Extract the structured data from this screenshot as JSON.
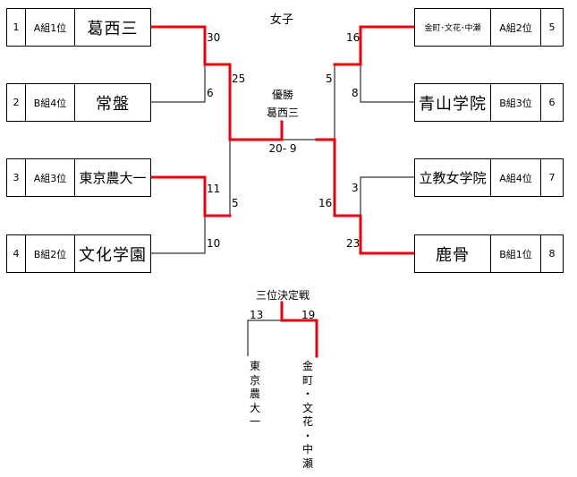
{
  "title": "女子",
  "champion_label": "優勝",
  "champion": "葛西三",
  "final_score": "20- 9",
  "teams": [
    {
      "seed": "1",
      "group": "A組1位",
      "name": "葛西三"
    },
    {
      "seed": "2",
      "group": "B組4位",
      "name": "常盤"
    },
    {
      "seed": "3",
      "group": "A組3位",
      "name": "東京農大一"
    },
    {
      "seed": "4",
      "group": "B組2位",
      "name": "文化学園"
    },
    {
      "seed": "5",
      "group": "A組2位",
      "name": "金町･文花･中瀬"
    },
    {
      "seed": "6",
      "group": "B組3位",
      "name": "青山学院"
    },
    {
      "seed": "7",
      "group": "A組4位",
      "name": "立教女学院"
    },
    {
      "seed": "8",
      "group": "B組1位",
      "name": "鹿骨"
    }
  ],
  "scores": {
    "m1_top": "30",
    "m1_bottom": "6",
    "m2_top": "11",
    "m2_bottom": "10",
    "m3_top": "16",
    "m3_bottom": "8",
    "m4_top": "3",
    "m4_bottom": "23",
    "semi_left_top": "25",
    "semi_left_bottom": "5",
    "semi_right_top": "5",
    "semi_right_bottom": "16"
  },
  "third_place": {
    "title": "三位決定戦",
    "left_score": "13",
    "right_score": "19",
    "left_team": [
      "東",
      "京",
      "農",
      "大",
      "一"
    ],
    "right_team": [
      "金",
      "町",
      "・",
      "文",
      "花",
      "・",
      "中",
      "瀬"
    ]
  },
  "colors": {
    "win_line": "#e8000b",
    "line": "#000000"
  }
}
